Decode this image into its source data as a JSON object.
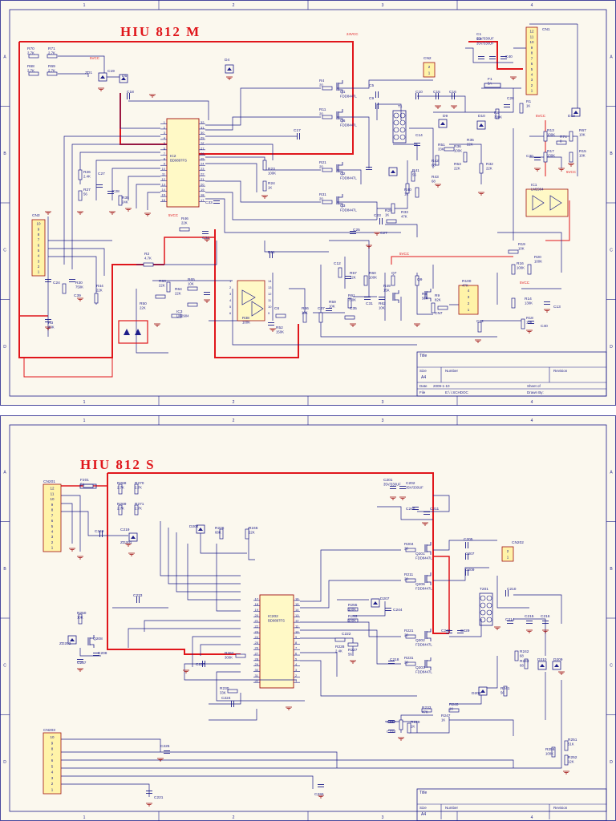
{
  "grid": {
    "columns": [
      "1",
      "2",
      "3",
      "4"
    ],
    "rows": [
      "A",
      "B",
      "C",
      "D"
    ]
  },
  "sheets": [
    {
      "id": "m",
      "title": "HIU   812   M",
      "components": [
        {
          "ref": "R70",
          "val": "2.7K"
        },
        {
          "ref": "R71",
          "val": "2.7K"
        },
        {
          "ref": "R68",
          "val": "2.7K"
        },
        {
          "ref": "R69",
          "val": "2.7K"
        },
        {
          "ref": "ZD1",
          "val": ""
        },
        {
          "ref": "C19",
          "val": ""
        },
        {
          "ref": "D5",
          "val": ""
        },
        {
          "ref": "C18",
          "val": ""
        },
        {
          "ref": "D4",
          "val": ""
        },
        {
          "ref": "IC2",
          "val": "BD9897FS"
        },
        {
          "ref": "R4",
          "val": "20"
        },
        {
          "ref": "Q1",
          "val": "FDD8447L"
        },
        {
          "ref": "R11",
          "val": "20"
        },
        {
          "ref": "Q6",
          "val": "FDD8447L"
        },
        {
          "ref": "R21",
          "val": "20"
        },
        {
          "ref": "Q2",
          "val": "FDD8447L"
        },
        {
          "ref": "R31",
          "val": "20"
        },
        {
          "ref": "Q3",
          "val": "FDD8447L"
        },
        {
          "ref": "C17",
          "val": ""
        },
        {
          "ref": "R23",
          "val": "100K"
        },
        {
          "ref": "R24",
          "val": "1K"
        },
        {
          "ref": "R26",
          "val": "2.4K"
        },
        {
          "ref": "R27",
          "val": "56"
        },
        {
          "ref": "C27",
          "val": ""
        },
        {
          "ref": "C28",
          "val": ""
        },
        {
          "ref": "R35",
          "val": "24K"
        },
        {
          "ref": "C33",
          "val": ""
        },
        {
          "ref": "R46",
          "val": "22K"
        },
        {
          "ref": "C34",
          "val": ""
        },
        {
          "ref": "C5",
          "val": ""
        },
        {
          "ref": "C9",
          "val": ""
        },
        {
          "ref": "T1",
          "val": ""
        },
        {
          "ref": "C10",
          "val": ""
        },
        {
          "ref": "C15",
          "val": ""
        },
        {
          "ref": "C16",
          "val": ""
        },
        {
          "ref": "CN2",
          "val": ""
        },
        {
          "ref": "C14",
          "val": ""
        },
        {
          "ref": "D9",
          "val": ""
        },
        {
          "ref": "D10",
          "val": ""
        },
        {
          "ref": "R51",
          "val": "33K"
        },
        {
          "ref": "R36",
          "val": "100K"
        },
        {
          "ref": "R35",
          "val": "22K"
        },
        {
          "ref": "R53",
          "val": "22K"
        },
        {
          "ref": "R32",
          "val": "22K"
        },
        {
          "ref": "R8",
          "val": "300K"
        },
        {
          "ref": "C26",
          "val": ""
        },
        {
          "ref": "R1",
          "val": "1K"
        },
        {
          "ref": "R42",
          "val": "68"
        },
        {
          "ref": "R43",
          "val": "68"
        },
        {
          "ref": "R41",
          "val": "56"
        },
        {
          "ref": "R40",
          "val": "1K"
        },
        {
          "ref": "R33",
          "val": "47K"
        },
        {
          "ref": "R29",
          "val": "1K"
        },
        {
          "ref": "C23",
          "val": ""
        },
        {
          "ref": "C25",
          "val": ""
        },
        {
          "ref": "C27",
          "val": ""
        },
        {
          "ref": "C1",
          "val": "35V/330UF"
        },
        {
          "ref": "C2",
          "val": "35V/330UF"
        },
        {
          "ref": "C40",
          "val": ""
        },
        {
          "ref": "F1",
          "val": "5A"
        },
        {
          "ref": "CN1",
          "val": ""
        },
        {
          "ref": "D13",
          "val": ""
        },
        {
          "ref": "R13",
          "val": "100K"
        },
        {
          "ref": "R74",
          "val": "0"
        },
        {
          "ref": "R67",
          "val": "10K"
        },
        {
          "ref": "R17",
          "val": "130K"
        },
        {
          "ref": "R15",
          "val": "10K"
        },
        {
          "ref": "C30",
          "val": ""
        },
        {
          "ref": "IC1",
          "val": "LM2904"
        },
        {
          "ref": "R19",
          "val": "10K"
        },
        {
          "ref": "R16",
          "val": "100K"
        },
        {
          "ref": "R20",
          "val": "100K"
        },
        {
          "ref": "R14",
          "val": "130K"
        },
        {
          "ref": "C13",
          "val": ""
        },
        {
          "ref": "R18",
          "val": "10K"
        },
        {
          "ref": "C40",
          "val": ""
        },
        {
          "ref": "CN3",
          "val": ""
        },
        {
          "ref": "C24",
          "val": ""
        },
        {
          "ref": "R30",
          "val": "750K"
        },
        {
          "ref": "R44",
          "val": "22K"
        },
        {
          "ref": "C39",
          "val": ""
        },
        {
          "ref": "R3",
          "val": "43K"
        },
        {
          "ref": "R2",
          "val": "4.7K"
        },
        {
          "ref": "R50",
          "val": "22K"
        },
        {
          "ref": "R63",
          "val": "22K"
        },
        {
          "ref": "R64",
          "val": "22K"
        },
        {
          "ref": "R65",
          "val": "10K"
        },
        {
          "ref": "IC3",
          "val": "LM2904"
        },
        {
          "ref": "R38",
          "val": "100K"
        },
        {
          "ref": "C6",
          "val": ""
        },
        {
          "ref": "R52",
          "val": "150K"
        },
        {
          "ref": "R66",
          "val": "10K"
        },
        {
          "ref": "C37",
          "val": ""
        },
        {
          "ref": "R59",
          "val": "10K"
        },
        {
          "ref": "C12",
          "val": ""
        },
        {
          "ref": "R57",
          "val": "12K"
        },
        {
          "ref": "R60",
          "val": "100K"
        },
        {
          "ref": "R61",
          "val": "750K"
        },
        {
          "ref": "C35",
          "val": ""
        },
        {
          "ref": "C31",
          "val": ""
        },
        {
          "ref": "R62",
          "val": "10K"
        },
        {
          "ref": "Q7",
          "val": ""
        },
        {
          "ref": "R49",
          "val": "15K"
        },
        {
          "ref": "Q9",
          "val": ""
        },
        {
          "ref": "R6",
          "val": "56K"
        },
        {
          "ref": "R9",
          "val": "82K"
        },
        {
          "ref": "CN7",
          "val": ""
        },
        {
          "ref": "R100",
          "val": "47K"
        },
        {
          "ref": "C32",
          "val": ""
        },
        {
          "ref": "D11",
          "val": ""
        }
      ],
      "rails": [
        "24VCC",
        "5VCC",
        "5VCC",
        "5VCC",
        "5VCC",
        "5VCC"
      ],
      "title_block": {
        "title": "Title",
        "size_label": "Size",
        "size": "A4",
        "number_label": "Number",
        "revision_label": "Revision",
        "date_label": "Date",
        "date": "2009-1-10",
        "sheet_label": "Sheet   of",
        "file_label": "File",
        "file": "E:\\        \\.SCHDOC",
        "drawn_label": "Drawn By:"
      }
    },
    {
      "id": "s",
      "title": "HIU   812   S",
      "components": [
        {
          "ref": "CN201",
          "val": ""
        },
        {
          "ref": "F201",
          "val": "5A"
        },
        {
          "ref": "R268",
          "val": "2.7K"
        },
        {
          "ref": "R270",
          "val": "2.7K"
        },
        {
          "ref": "R269",
          "val": "2.7K"
        },
        {
          "ref": "R271",
          "val": "2.7K"
        },
        {
          "ref": "C249",
          "val": ""
        },
        {
          "ref": "C219",
          "val": ""
        },
        {
          "ref": "ZD201",
          "val": ""
        },
        {
          "ref": "C201",
          "val": "35V/330UF"
        },
        {
          "ref": "C202",
          "val": "35V/330UF"
        },
        {
          "ref": "C240",
          "val": ""
        },
        {
          "ref": "C211",
          "val": ""
        },
        {
          "ref": "D204",
          "val": ""
        },
        {
          "ref": "R226",
          "val": "68K"
        },
        {
          "ref": "R246",
          "val": "22K"
        },
        {
          "ref": "CN202",
          "val": ""
        },
        {
          "ref": "R204",
          "val": "20"
        },
        {
          "ref": "Q201",
          "val": "FDD8447L"
        },
        {
          "ref": "R211",
          "val": "20"
        },
        {
          "ref": "Q206",
          "val": "FDD8447L"
        },
        {
          "ref": "R221",
          "val": "20"
        },
        {
          "ref": "Q202",
          "val": "FDD8447L"
        },
        {
          "ref": "R231",
          "val": "20"
        },
        {
          "ref": "Q203",
          "val": "FDD8447L"
        },
        {
          "ref": "C205",
          "val": ""
        },
        {
          "ref": "C207",
          "val": ""
        },
        {
          "ref": "C209",
          "val": ""
        },
        {
          "ref": "T201",
          "val": ""
        },
        {
          "ref": "C210",
          "val": ""
        },
        {
          "ref": "C214",
          "val": ""
        },
        {
          "ref": "C215",
          "val": ""
        },
        {
          "ref": "C216",
          "val": ""
        },
        {
          "ref": "C229",
          "val": ""
        },
        {
          "ref": "C242",
          "val": ""
        },
        {
          "ref": "C233",
          "val": ""
        },
        {
          "ref": "R250",
          "val": "10K"
        },
        {
          "ref": "ZD202",
          "val": ""
        },
        {
          "ref": "Q208",
          "val": ""
        },
        {
          "ref": "C208",
          "val": ""
        },
        {
          "ref": "C257",
          "val": ""
        },
        {
          "ref": "IC202",
          "val": "BD9897FS"
        },
        {
          "ref": "D207",
          "val": ""
        },
        {
          "ref": "C244",
          "val": ""
        },
        {
          "ref": "R255",
          "val": "100K"
        },
        {
          "ref": "R253",
          "val": "100K"
        },
        {
          "ref": "C222",
          "val": ""
        },
        {
          "ref": "R228",
          "val": "2.4K"
        },
        {
          "ref": "R227",
          "val": "56"
        },
        {
          "ref": "C218",
          "val": ""
        },
        {
          "ref": "R262",
          "val": "300K"
        },
        {
          "ref": "C237",
          "val": ""
        },
        {
          "ref": "R230",
          "val": "33K"
        },
        {
          "ref": "C224",
          "val": ""
        },
        {
          "ref": "D210",
          "val": ""
        },
        {
          "ref": "D209",
          "val": ""
        },
        {
          "ref": "R242",
          "val": "68"
        },
        {
          "ref": "R243",
          "val": "68"
        },
        {
          "ref": "R241",
          "val": "56"
        },
        {
          "ref": "D208",
          "val": ""
        },
        {
          "ref": "R233",
          "val": "47K"
        },
        {
          "ref": "R240",
          "val": "1K"
        },
        {
          "ref": "R247",
          "val": "1K"
        },
        {
          "ref": "R229",
          "val": "1K"
        },
        {
          "ref": "C227",
          "val": ""
        },
        {
          "ref": "C224",
          "val": ""
        },
        {
          "ref": "R251",
          "val": "51K"
        },
        {
          "ref": "R256",
          "val": "100K"
        },
        {
          "ref": "R252",
          "val": "12K"
        },
        {
          "ref": "CN203",
          "val": ""
        },
        {
          "ref": "C225",
          "val": ""
        },
        {
          "ref": "C221",
          "val": ""
        },
        {
          "ref": "C232",
          "val": ""
        }
      ],
      "title_block": {
        "title": "Title",
        "size_label": "Size",
        "size": "A4",
        "number_label": "Number",
        "revision_label": "Revision"
      }
    }
  ]
}
